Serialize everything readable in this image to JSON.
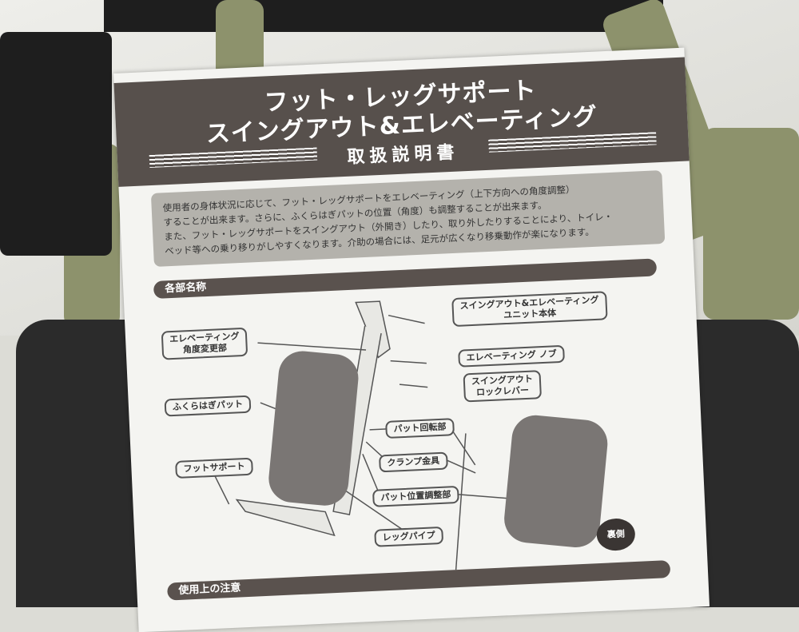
{
  "manual": {
    "title_line1": "フット・レッグサポート",
    "title_line2": "スイングアウト&エレベーティング",
    "subtitle": "取扱説明書",
    "intro": [
      "使用者の身体状況に応じて、フット・レッグサポートをエレベーティング（上下方向への角度調整）",
      "することが出来ます。さらに、ふくらはぎパットの位置（角度）も調整することが出来ます。",
      "また、フット・レッグサポートをスイングアウト（外開き）したり、取り外したりすることにより、トイレ・",
      "ベッド等への乗り移りがしやすくなります。介助の場合には、足元が広くなり移乗動作が楽になります。"
    ],
    "section_parts": "各部名称",
    "section_cautions": "使用上の注意",
    "parts": {
      "unit_body_1": "スイングアウト&エレベーティング",
      "unit_body_2": "ユニット本体",
      "elevating_angle_1": "エレベーティング",
      "elevating_angle_2": "角度変更部",
      "elevating_knob": "エレベーティング ノブ",
      "lock_lever_1": "スイングアウト",
      "lock_lever_2": "ロックレバー",
      "calf_pad": "ふくらはぎパット",
      "pad_rotation": "パット回転部",
      "clamp": "クランプ金具",
      "foot_support": "フットサポート",
      "pad_position": "パット位置調整部",
      "leg_pipe": "レッグパイプ",
      "back_side": "裏側"
    }
  }
}
